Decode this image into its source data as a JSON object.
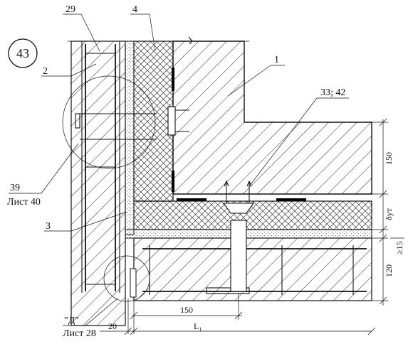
{
  "detail": {
    "number": "43"
  },
  "callouts": {
    "c29": "29",
    "c4": "4",
    "c2": "2",
    "c1": "1",
    "c33_42": "33; 42",
    "c39": "39",
    "c39_sheet": "Лист 40",
    "c3": "3",
    "cD": "\"Д\"",
    "cD_sheet": "Лист 28"
  },
  "dimensions": {
    "d150_top": "150",
    "d_ut": "δут",
    "d15": "≥15",
    "d120": "120",
    "d150_bottom": "150",
    "d20": "20",
    "dL1": "L₁"
  },
  "colors": {
    "ink": "#111111",
    "background": "#ffffff"
  }
}
